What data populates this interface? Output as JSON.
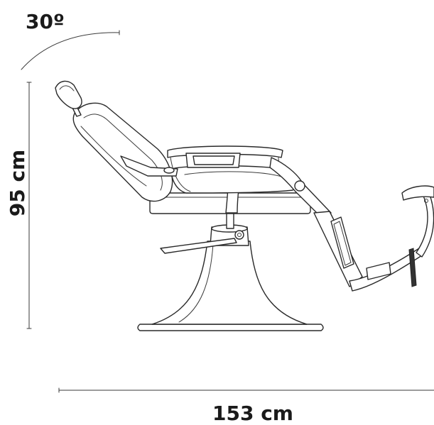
{
  "dimensions": {
    "recline_angle": "30º",
    "height": "95 cm",
    "length": "153 cm"
  },
  "colors": {
    "line": "#2a2a2a",
    "text": "#1a1a1a",
    "background": "#ffffff"
  }
}
